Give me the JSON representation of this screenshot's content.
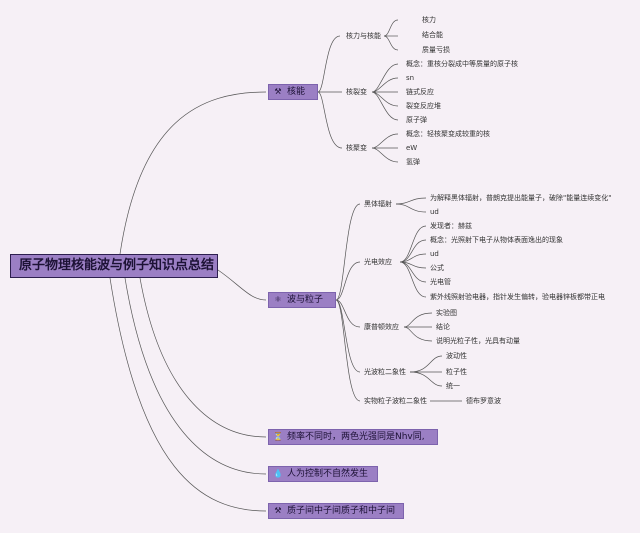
{
  "root": "原子物理核能波与例子知识点总结",
  "b1": {
    "label": "核能",
    "icon": "⚒",
    "g1": {
      "label": "核力与核能",
      "items": [
        "核力",
        "结合能",
        "质量亏损"
      ]
    },
    "g2": {
      "label": "核裂变",
      "items": [
        "概念：重核分裂成中等质量的原子核",
        "sn",
        "链式反应",
        "裂变反应堆",
        "原子弹"
      ]
    },
    "g3": {
      "label": "核聚变",
      "items": [
        "概念：轻核聚变成较重的核",
        "eW",
        "氢弹"
      ]
    }
  },
  "b2": {
    "label": "波与粒子",
    "icon": "⚛",
    "g1": {
      "label": "黑体辐射",
      "items": [
        "为解释黑体辐射，普朗克提出能量子，破除\"能量连续变化\"",
        "ud"
      ]
    },
    "g2": {
      "label": "光电效应",
      "items": [
        "发现者：赫兹",
        "概念：光照射下电子从物体表面逸出的现象",
        "ud",
        "公式",
        "光电管",
        "紫外线照射验电器，指针发生偏转，验电器锌板都带正电"
      ]
    },
    "g3": {
      "label": "康普顿效应",
      "items": [
        "实验图",
        "结论",
        "说明光粒子性，光具有动量"
      ]
    },
    "g4": {
      "label": "光波粒二象性",
      "items": [
        "波动性",
        "粒子性",
        "统一"
      ]
    },
    "g5": {
      "label": "实物粒子波粒二象性",
      "items": [
        "德布罗意波"
      ]
    }
  },
  "b3": {
    "label": "频率不同时，两色光强同是Nhv同,",
    "icon": "⏳"
  },
  "b4": {
    "label": "人为控制不自然发生",
    "icon": "💧"
  },
  "b5": {
    "label": "质子间中子间质子和中子间",
    "icon": "⚒"
  },
  "colors": {
    "line": "#555555",
    "node": "#9b7fc4",
    "background": "#f6f0f6"
  }
}
